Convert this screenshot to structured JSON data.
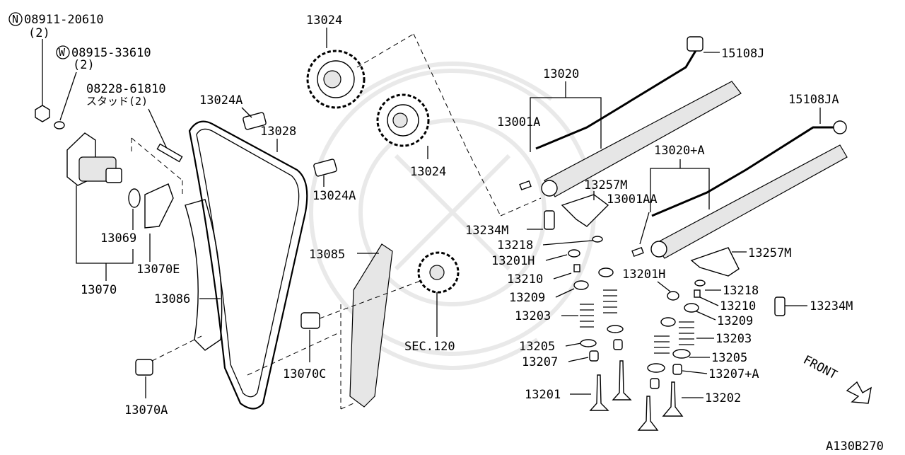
{
  "labels": {
    "n_circle": "N",
    "w_circle": "W",
    "p08911": "08911-20610",
    "p08911_qty": "(2)",
    "p08915": "08915-33610",
    "p08915_qty": "(2)",
    "p08228": "08228-61810",
    "p08228_desc": "スタッド(2)",
    "p13024_top": "13024",
    "p13024_mid": "13024",
    "p13024A_1": "13024A",
    "p13024A_2": "13024A",
    "p13028": "13028",
    "p13069": "13069",
    "p13070E": "13070E",
    "p13070": "13070",
    "p13086": "13086",
    "p13085": "13085",
    "p13070C": "13070C",
    "p13070A": "13070A",
    "sec120": "SEC.120",
    "p13020": "13020",
    "p15108J": "15108J",
    "p15108JA": "15108JA",
    "p13001A": "13001A",
    "p13020A": "13020+A",
    "p13257M_1": "13257M",
    "p13001AA": "13001AA",
    "p13234M_1": "13234M",
    "p13218_1": "13218",
    "p13201H_1": "13201H",
    "p13210_1": "13210",
    "p13209_1": "13209",
    "p13203_1": "13203",
    "p13205_1": "13205",
    "p13207": "13207",
    "p13201": "13201",
    "p13257M_2": "13257M",
    "p13201H_2": "13201H",
    "p13218_2": "13218",
    "p13210_2": "13210",
    "p13234M_2": "13234M",
    "p13209_2": "13209",
    "p13203_2": "13203",
    "p13205_2": "13205",
    "p13207A": "13207+A",
    "p13202": "13202",
    "front": "FRONT",
    "figure_code": "A130B270"
  }
}
